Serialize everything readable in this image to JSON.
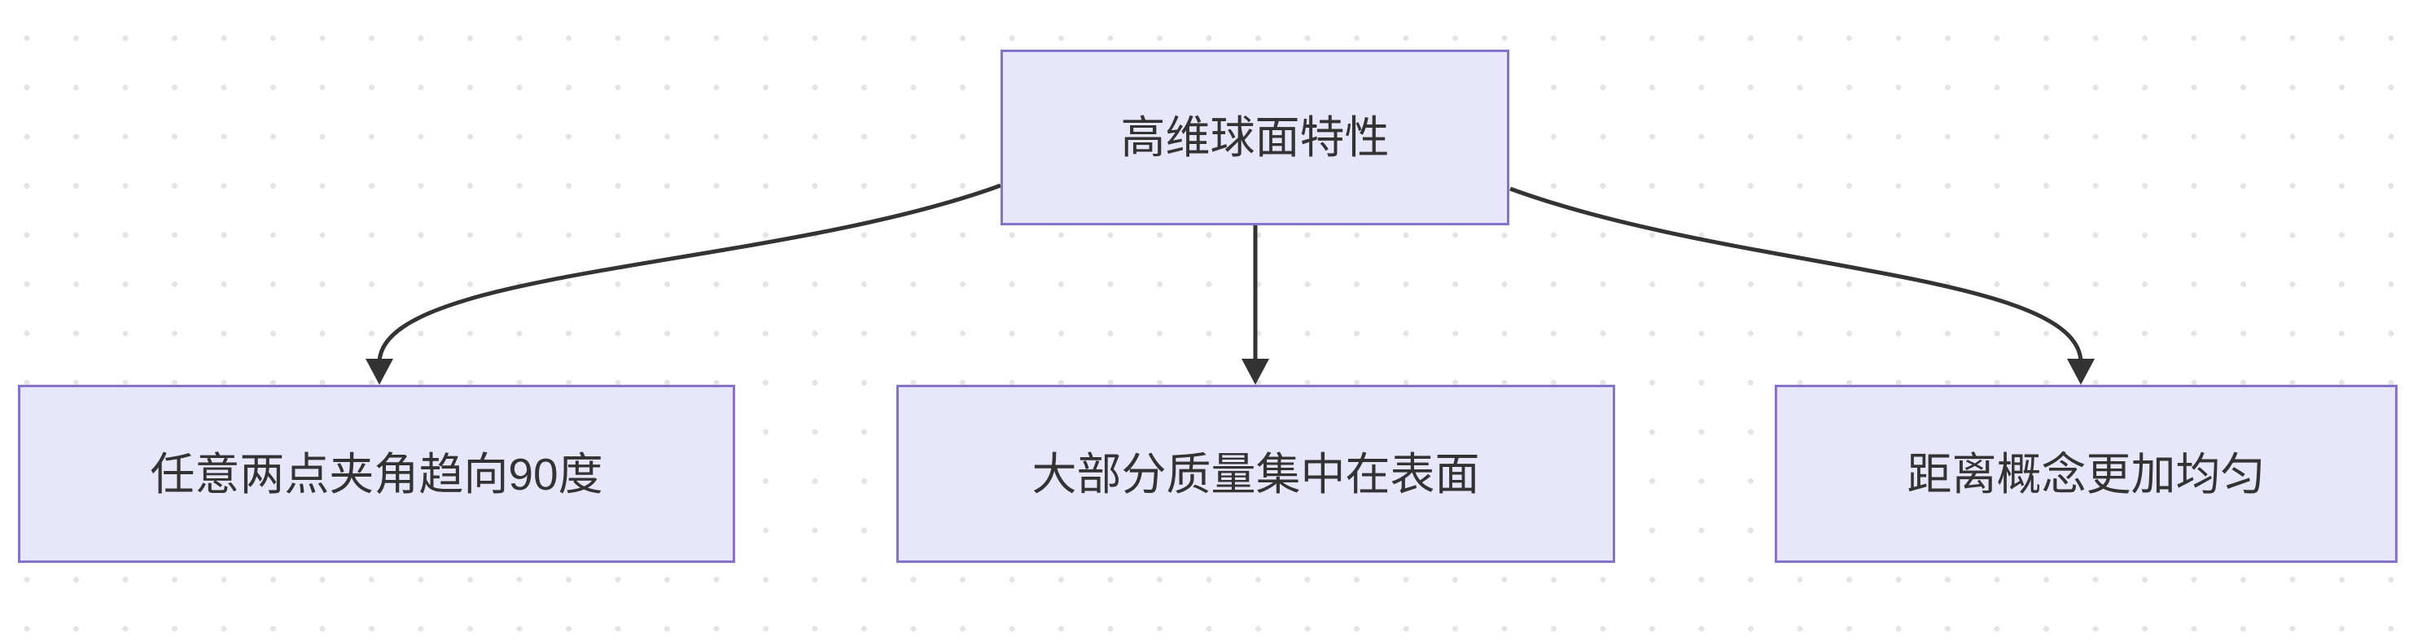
{
  "diagram": {
    "type": "flowchart",
    "direction": "top-down",
    "root_node": {
      "id": "root",
      "label": "高维球面特性"
    },
    "child_nodes": [
      {
        "id": "c1",
        "label": "任意两点夹角趋向90度"
      },
      {
        "id": "c2",
        "label": "大部分质量集中在表面"
      },
      {
        "id": "c3",
        "label": "距离概念更加均匀"
      }
    ],
    "edges": [
      {
        "from": "高维球面特性",
        "to": "任意两点夹角趋向90度",
        "style": "curved-arrow"
      },
      {
        "from": "高维球面特性",
        "to": "大部分质量集中在表面",
        "style": "straight-arrow"
      },
      {
        "from": "高维球面特性",
        "to": "距离概念更加均匀",
        "style": "curved-arrow"
      }
    ],
    "colors": {
      "node_fill": "#e8e6fb",
      "node_border": "#8673ce",
      "edge_stroke": "#333333",
      "text": "#333333",
      "canvas_background": "#ffffff",
      "dot_grid": "#e4e4e4"
    }
  }
}
